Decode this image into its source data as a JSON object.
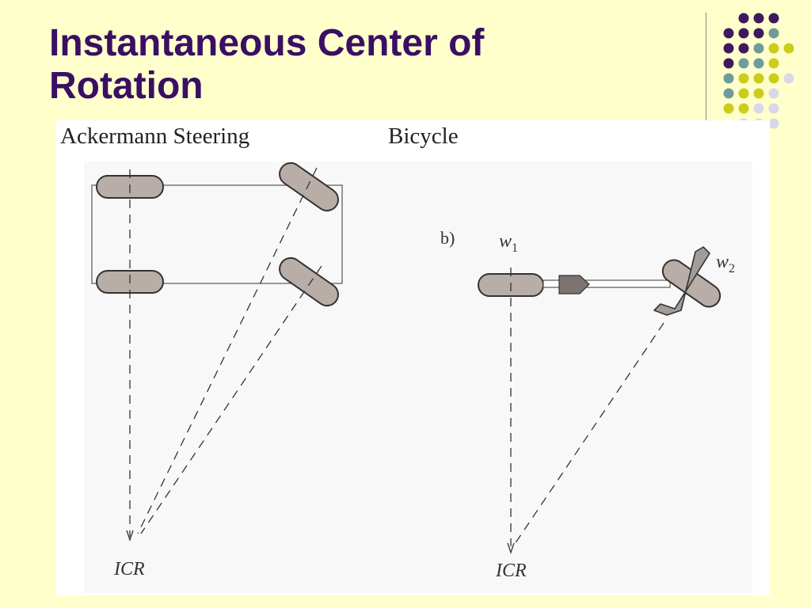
{
  "slide": {
    "title_line1": "Instantaneous Center of",
    "title_line2": "Rotation"
  },
  "figure": {
    "caption_left": "Ackermann Steering",
    "caption_right": "Bicycle",
    "panel_b_label": "b)",
    "wheel1_label": "w",
    "wheel1_sub": "1",
    "wheel2_label": "w",
    "wheel2_sub": "2",
    "icr_left": "ICR",
    "icr_right": "ICR"
  },
  "colors": {
    "title": "#3a0f63",
    "background": "#ffffcc",
    "wheel_fill": "#b8ada7",
    "dot_purple": "#3d1a5e",
    "dot_teal": "#6f9c9a",
    "dot_yellow": "#cccc1a",
    "dot_lavender": "#d8d8e8"
  }
}
